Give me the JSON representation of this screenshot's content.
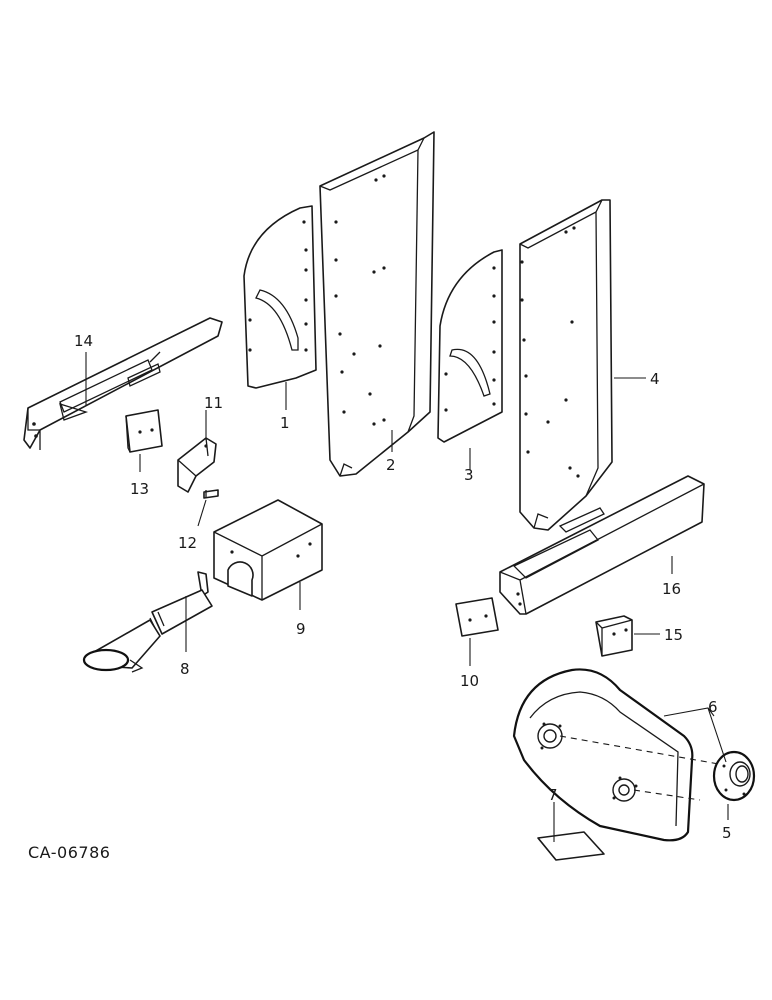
{
  "drawing": {
    "reference": "CA-06786"
  },
  "callouts": [
    {
      "id": "1",
      "label": "1"
    },
    {
      "id": "2",
      "label": "2"
    },
    {
      "id": "3",
      "label": "3"
    },
    {
      "id": "4",
      "label": "4"
    },
    {
      "id": "5",
      "label": "5"
    },
    {
      "id": "6",
      "label": "6"
    },
    {
      "id": "7",
      "label": "7"
    },
    {
      "id": "8",
      "label": "8"
    },
    {
      "id": "9",
      "label": "9"
    },
    {
      "id": "10",
      "label": "10"
    },
    {
      "id": "11",
      "label": "11"
    },
    {
      "id": "12",
      "label": "12"
    },
    {
      "id": "13",
      "label": "13"
    },
    {
      "id": "14",
      "label": "14"
    },
    {
      "id": "15",
      "label": "15"
    },
    {
      "id": "16",
      "label": "16"
    }
  ]
}
